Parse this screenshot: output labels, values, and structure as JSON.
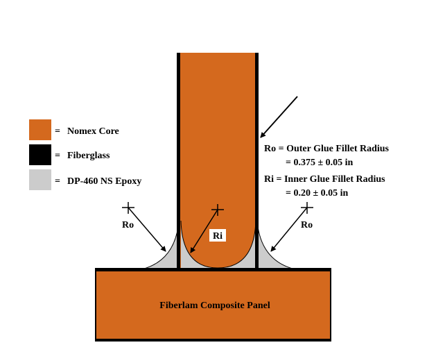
{
  "legend": {
    "items": [
      {
        "swatch_color": "#d4691e",
        "label": "Nomex Core"
      },
      {
        "swatch_color": "#000000",
        "label": "Fiberglass"
      },
      {
        "swatch_color": "#cccccc",
        "label": "DP-460 NS Epoxy"
      }
    ],
    "equals_sign": "="
  },
  "annotations": {
    "ro_def_line1": "Ro = Outer Glue Fillet Radius",
    "ro_def_line2": "= 0.375 ± 0.05 in",
    "ri_def_line1": "Ri = Inner Glue Fillet Radius",
    "ri_def_line2": "= 0.20 ± 0.05 in",
    "ro_left": "Ro",
    "ro_right": "Ro",
    "ri_center": "Ri"
  },
  "panel": {
    "label": "Fiberlam Composite Panel"
  },
  "colors": {
    "core": "#d4691e",
    "fiberglass": "#000000",
    "epoxy": "#cccccc",
    "background": "#ffffff"
  }
}
